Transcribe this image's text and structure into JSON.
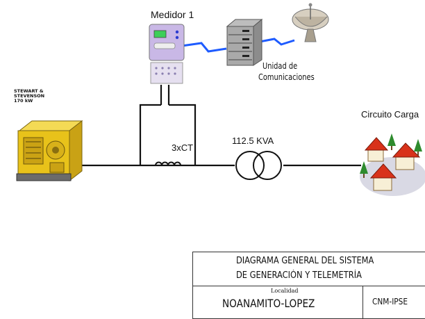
{
  "meter": {
    "label": "Medidor 1"
  },
  "comms": {
    "label_line1": "Unidad de",
    "label_line2": "Comunicaciones"
  },
  "generator": {
    "line1": "STEWART &",
    "line2": "STEVENSON",
    "line3": "170 kW"
  },
  "ct": {
    "label": "3xCT"
  },
  "transformer": {
    "label": "112.5 KVA"
  },
  "load": {
    "label": "Circuito Carga"
  },
  "title_block": {
    "title_line1": "DIAGRAMA GENERAL DEL SISTEMA",
    "title_line2": "DE GENERACIÓN Y TELEMETRÍA",
    "locality_caption": "Localidad",
    "locality": "NOANAMITO-LOPEZ",
    "code": "CNM-IPSE"
  },
  "colors": {
    "link": "#1e5bff",
    "generator": "#e8c21a",
    "house_roof": "#d8321a",
    "tree": "#2e8b2e",
    "meter_body": "#c9b8e6",
    "display": "#3ccf5a"
  }
}
